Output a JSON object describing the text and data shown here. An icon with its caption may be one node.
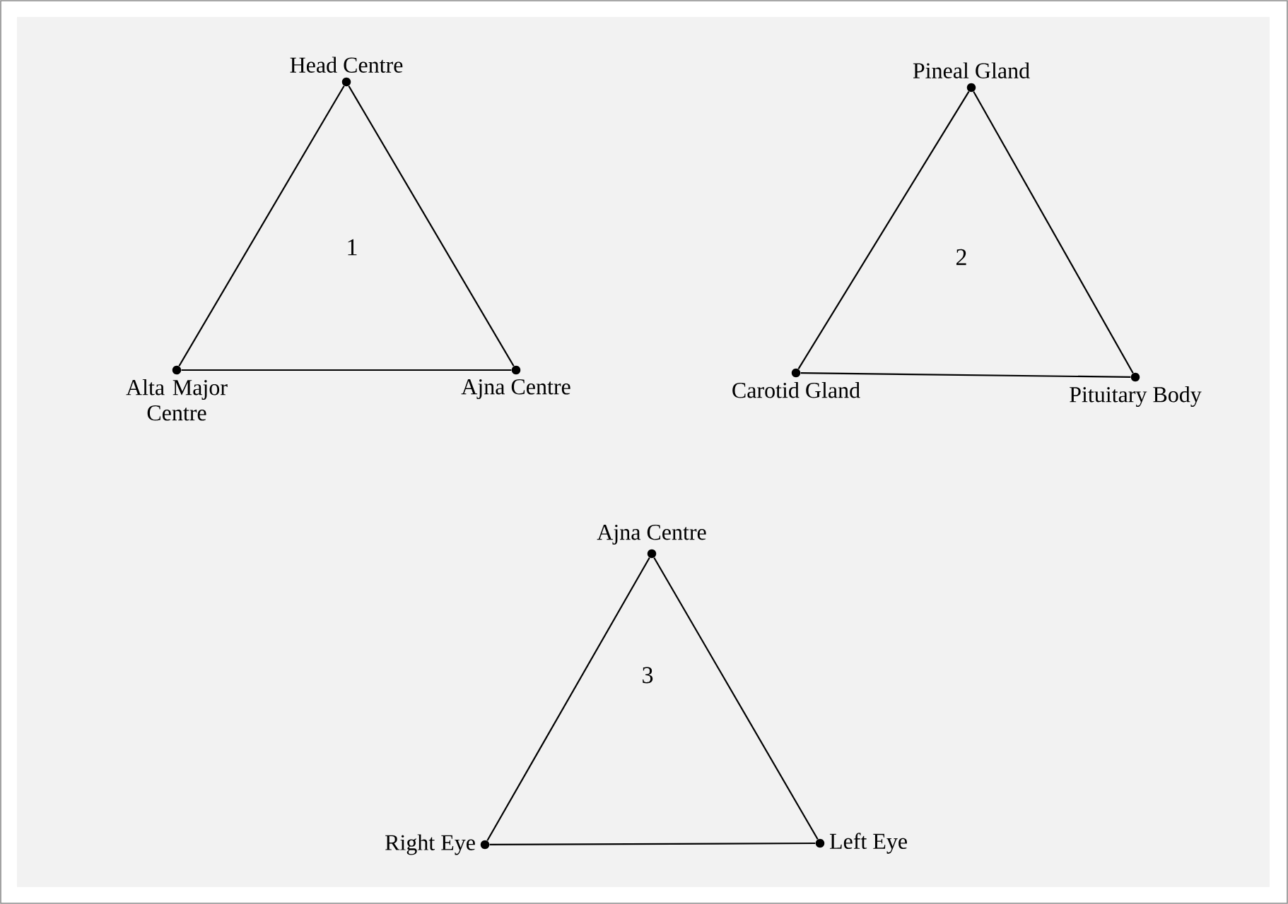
{
  "diagram": {
    "nodes": [
      {
        "text": [
          "Head Centre"
        ]
      },
      {
        "text": [
          "Alta Major Centre"
        ]
      },
      {
        "text": [
          "Ajna Centre"
        ]
      },
      {
        "text": [
          "Pineal Gland"
        ]
      },
      {
        "text": [
          "Carotid Gland"
        ]
      },
      {
        "text": [
          "Pituitary Body"
        ]
      },
      {
        "text": [
          "Ajna Centre"
        ]
      },
      {
        "text": [
          "Right Eye"
        ]
      },
      {
        "text": [
          "Left Eye"
        ]
      }
    ],
    "edges": [
      {
        "from": 0,
        "to": 1,
        "arrow": "none"
      },
      {
        "from": 0,
        "to": 2,
        "arrow": "none"
      },
      {
        "from": 1,
        "to": 2,
        "arrow": "none"
      },
      {
        "from": 3,
        "to": 4,
        "arrow": "none"
      },
      {
        "from": 3,
        "to": 5,
        "arrow": "none"
      },
      {
        "from": 4,
        "to": 5,
        "arrow": "none"
      },
      {
        "from": 6,
        "to": 7,
        "arrow": "none"
      },
      {
        "from": 6,
        "to": 8,
        "arrow": "none"
      },
      {
        "from": 7,
        "to": 8,
        "arrow": "none"
      }
    ],
    "labels": [
      "1",
      "2",
      "3"
    ]
  }
}
